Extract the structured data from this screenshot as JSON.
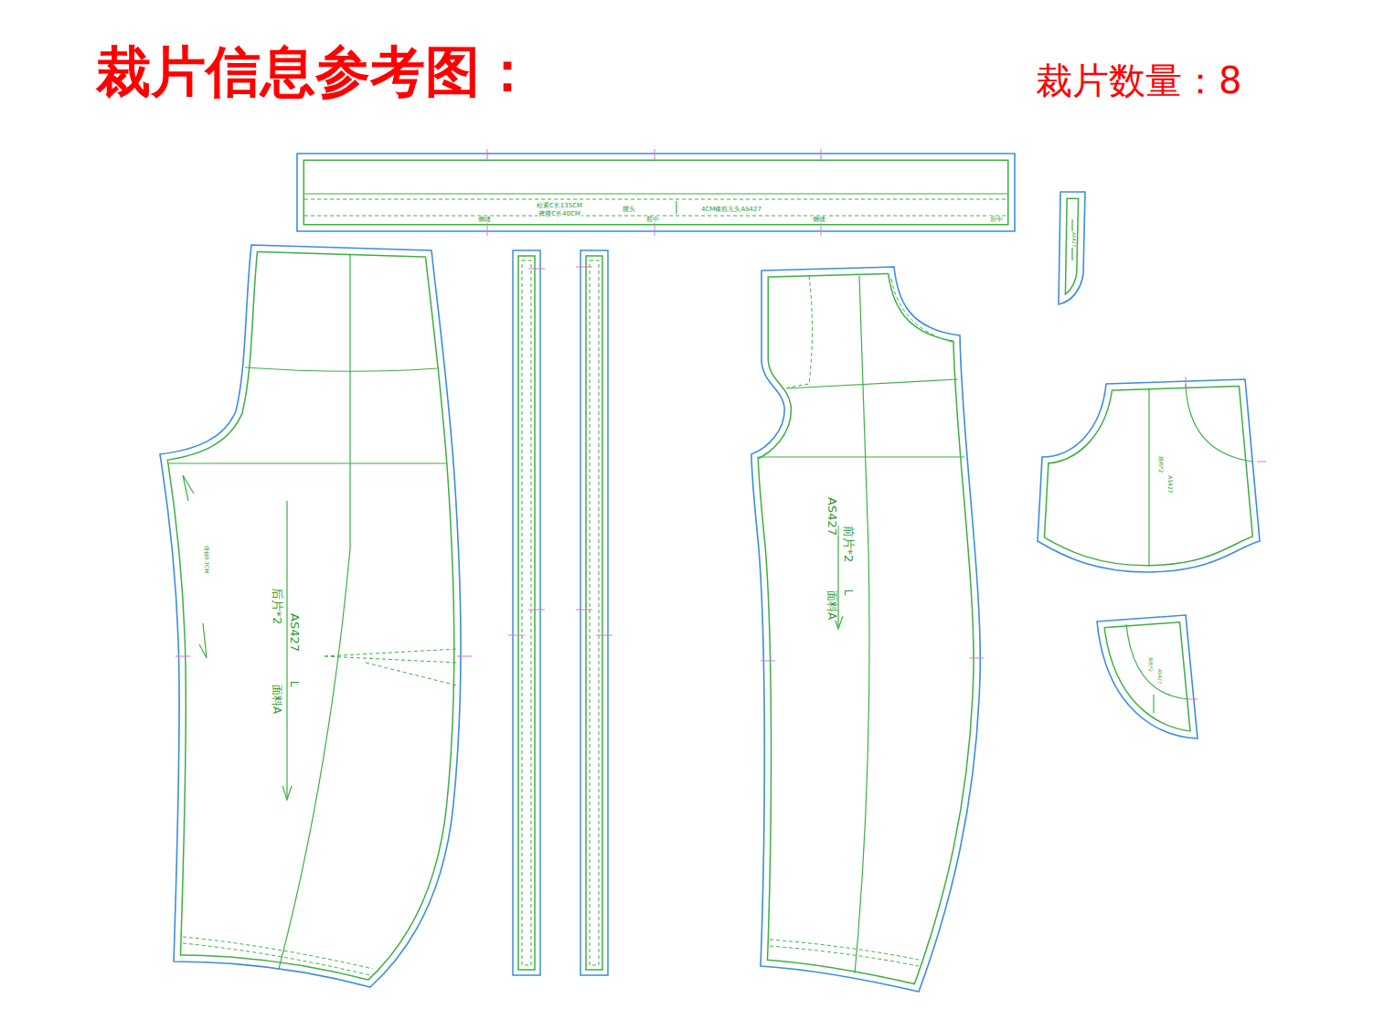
{
  "diagram": {
    "title": "裁片信息参考图：",
    "nodes": [
      {
        "text": [
          "松紧C长135CM",
          "裤腰C长40CM",
          "腰头",
          "4CM橡筋无头AS427",
          "侧缝",
          "前中",
          "侧缝",
          "后中"
        ]
      },
      {
        "text": [
          "AS427",
          "后片*2",
          "L",
          "面料A",
          "缝份0.7CM"
        ]
      },
      {
        "text": [
          "AS427",
          "前片*2",
          "L",
          "面料A"
        ]
      },
      {
        "text": [
          "AS427"
        ]
      },
      {
        "text": [
          "袋布*2",
          "AS427"
        ]
      },
      {
        "text": [
          "袋垫*2",
          "AS427"
        ]
      }
    ],
    "labels": [
      "裁片数量：8"
    ]
  }
}
